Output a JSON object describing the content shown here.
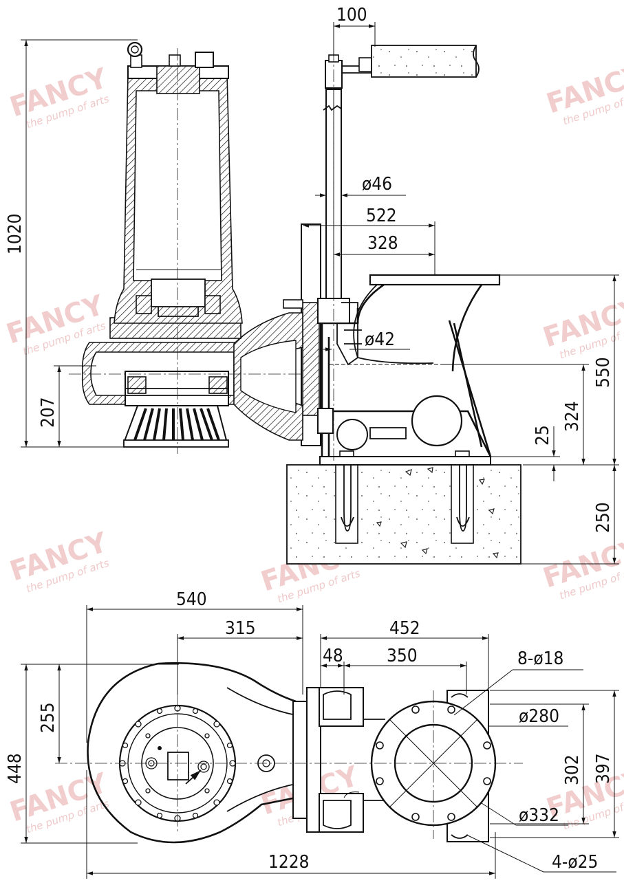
{
  "watermark": {
    "brand": "FANCY",
    "tagline": "the pump of arts"
  },
  "elevation_dimensions": {
    "total_height": "1020",
    "rail_offset": "100",
    "guide_pipe_dia": "ø46",
    "to_guide_522": "522",
    "to_guide_328": "328",
    "small_dia": "ø42",
    "outlet_height": "550",
    "base_height": "324",
    "base_plate": "25",
    "concrete_height": "250",
    "inlet_height": "207"
  },
  "plan_dimensions": {
    "width_540": "540",
    "width_315": "315",
    "width_452": "452",
    "width_48": "48",
    "width_350": "350",
    "bolt_holes": "8-ø18",
    "pcd": "ø280",
    "flange_dia": "ø332",
    "anchor_holes": "4-ø25",
    "depth_255": "255",
    "depth_448": "448",
    "depth_302": "302",
    "depth_397": "397",
    "overall_length": "1228"
  }
}
